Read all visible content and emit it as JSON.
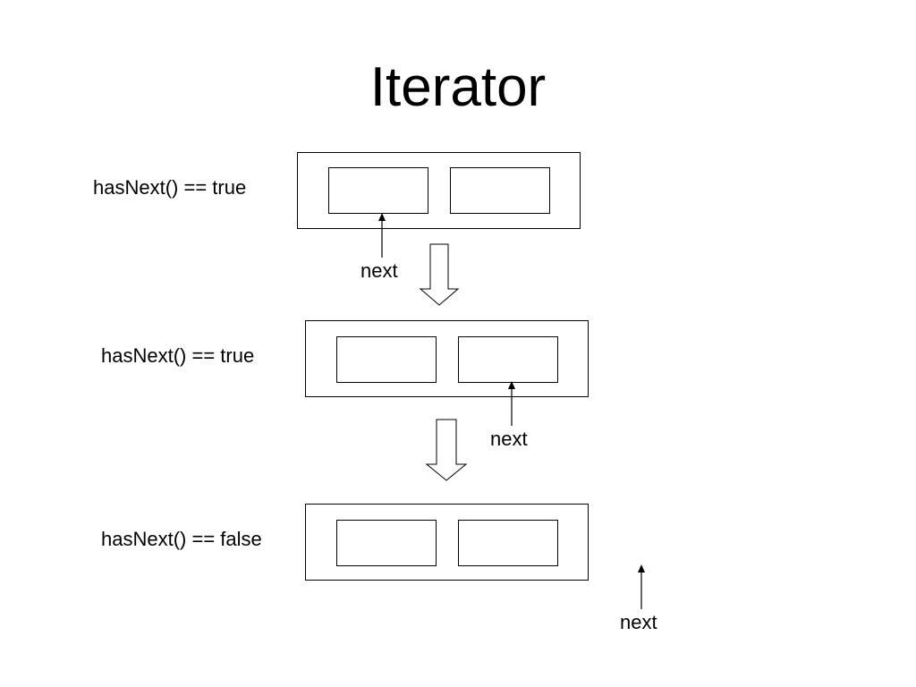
{
  "title": "Iterator",
  "states": [
    {
      "label": "hasNext() == true"
    },
    {
      "label": "hasNext() == true"
    },
    {
      "label": "hasNext() == false"
    }
  ],
  "pointer_label": "next",
  "colors": {
    "stroke": "#000000",
    "background": "#ffffff"
  }
}
